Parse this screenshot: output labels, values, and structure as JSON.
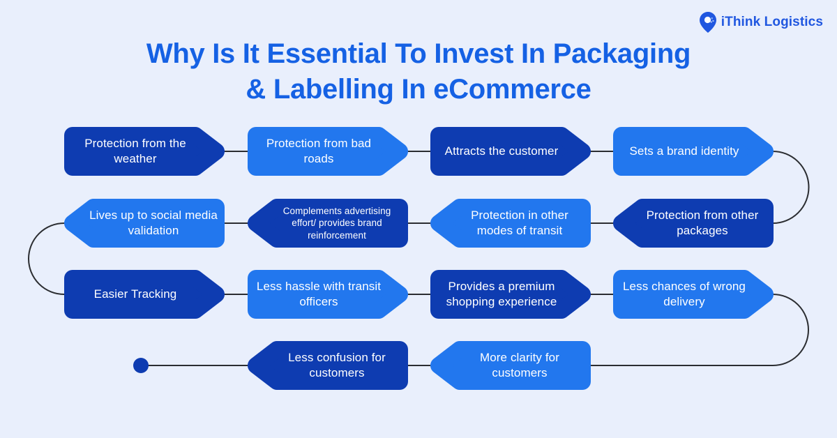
{
  "logo": {
    "text": "iThink Logistics"
  },
  "title": {
    "line1": "Why Is It Essential To Invest In Packaging",
    "line2": "& Labelling In eCommerce"
  },
  "flow": {
    "items": [
      {
        "label": "Protection from the weather"
      },
      {
        "label": "Protection from bad roads"
      },
      {
        "label": "Attracts the customer"
      },
      {
        "label": "Sets a brand identity"
      },
      {
        "label": "Lives up to social media validation"
      },
      {
        "label": "Complements advertising effort/ provides brand reinforcement"
      },
      {
        "label": "Protection in other modes of transit"
      },
      {
        "label": "Protection from other packages"
      },
      {
        "label": "Easier Tracking"
      },
      {
        "label": "Less hassle with transit officers"
      },
      {
        "label": "Provides a premium shopping experience"
      },
      {
        "label": "Less chances of wrong delivery"
      },
      {
        "label": "Less confusion for customers"
      },
      {
        "label": "More clarity for customers"
      }
    ]
  },
  "colors": {
    "bg": "#e9effc",
    "box-dark": "#0e3cb1",
    "box-light": "#2277ee",
    "title": "#1561e4",
    "line": "#2b2d31",
    "logo": "#2057e0"
  }
}
